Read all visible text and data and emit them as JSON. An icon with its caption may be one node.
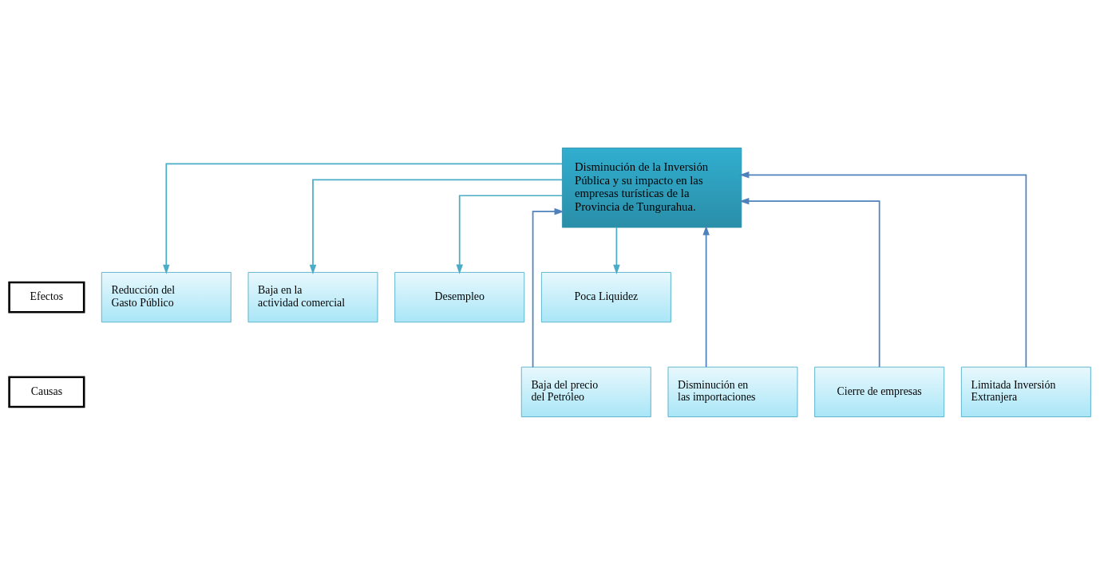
{
  "diagram": {
    "nodes": [
      {
        "text": [
          "Efectos"
        ]
      },
      {
        "text": [
          "Reducción del Gasto Público"
        ]
      },
      {
        "text": [
          "Baja en la actividad comercial"
        ]
      },
      {
        "text": [
          "Desempleo"
        ]
      },
      {
        "text": [
          "Poca Liquidez"
        ]
      },
      {
        "text": [
          "Disminución de la Inversión Pública y su impacto en las empresas turísticas de la Provincia de Tungurahua."
        ]
      },
      {
        "text": [
          "Causas"
        ]
      },
      {
        "text": [
          "Baja del precio del Petróleo"
        ]
      },
      {
        "text": [
          "Disminución en las importaciones"
        ]
      },
      {
        "text": [
          "Cierre de empresas"
        ]
      },
      {
        "text": [
          "Limitada Inversión Extranjera"
        ]
      }
    ],
    "edges": [
      {
        "from": 5,
        "to": 1,
        "arrow": "to",
        "color": "#4bacc6"
      },
      {
        "from": 5,
        "to": 2,
        "arrow": "to",
        "color": "#4bacc6"
      },
      {
        "from": 5,
        "to": 3,
        "arrow": "to",
        "color": "#4bacc6"
      },
      {
        "from": 5,
        "to": 4,
        "arrow": "to",
        "color": "#4bacc6"
      },
      {
        "from": 7,
        "to": 5,
        "arrow": "to",
        "color": "#4f81bd"
      },
      {
        "from": 8,
        "to": 5,
        "arrow": "to",
        "color": "#4f81bd"
      },
      {
        "from": 9,
        "to": 5,
        "arrow": "to",
        "color": "#4f81bd"
      },
      {
        "from": 10,
        "to": 5,
        "arrow": "to",
        "color": "#4f81bd"
      }
    ]
  }
}
